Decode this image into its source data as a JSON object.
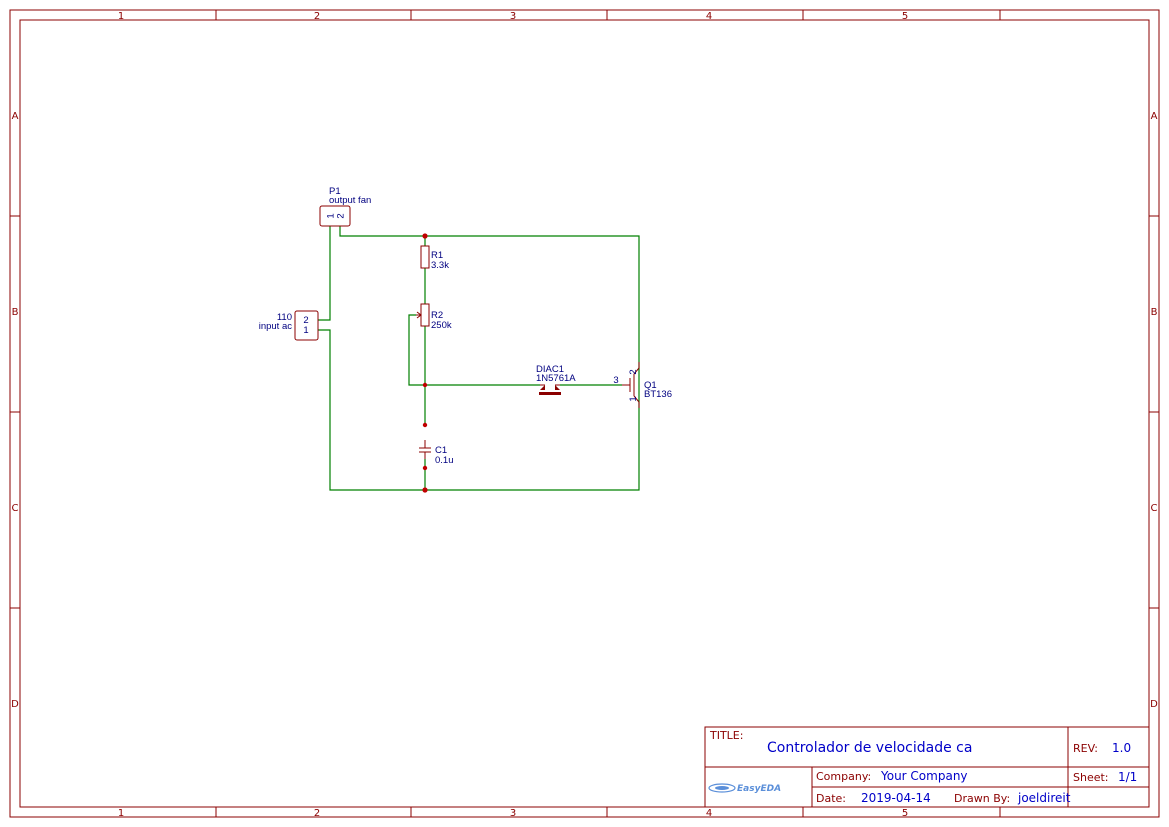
{
  "frame": {
    "columns": [
      "1",
      "2",
      "3",
      "4",
      "5"
    ],
    "rows": [
      "A",
      "B",
      "C",
      "D"
    ]
  },
  "components": {
    "p1": {
      "designator": "P1",
      "value": "output fan",
      "pins": [
        "1",
        "2"
      ]
    },
    "input": {
      "designator": "110",
      "value": "input ac",
      "pins": [
        "2",
        "1"
      ]
    },
    "r1": {
      "designator": "R1",
      "value": "3.3k"
    },
    "r2": {
      "designator": "R2",
      "value": "250k"
    },
    "diac": {
      "designator": "DIAC1",
      "value": "1N5761A"
    },
    "q1": {
      "designator": "Q1",
      "value": "BT136",
      "pins": [
        "3",
        "2",
        "1"
      ]
    },
    "c1": {
      "designator": "C1",
      "value": "0.1u"
    }
  },
  "title_block": {
    "title_label": "TITLE:",
    "title": "Controlador de velocidade ca",
    "rev_label": "REV:",
    "rev": "1.0",
    "company_label": "Company:",
    "company": "Your Company",
    "sheet_label": "Sheet:",
    "sheet": "1/1",
    "date_label": "Date:",
    "date": "2019-04-14",
    "drawn_by_label": "Drawn By:",
    "drawn_by": "joeldireit",
    "logo_text": "EasyEDA"
  },
  "colors": {
    "frame": "#8b0000",
    "wire": "#008000",
    "component_text": "#000080",
    "junction": "#c00000",
    "title_value": "#0000c8"
  }
}
